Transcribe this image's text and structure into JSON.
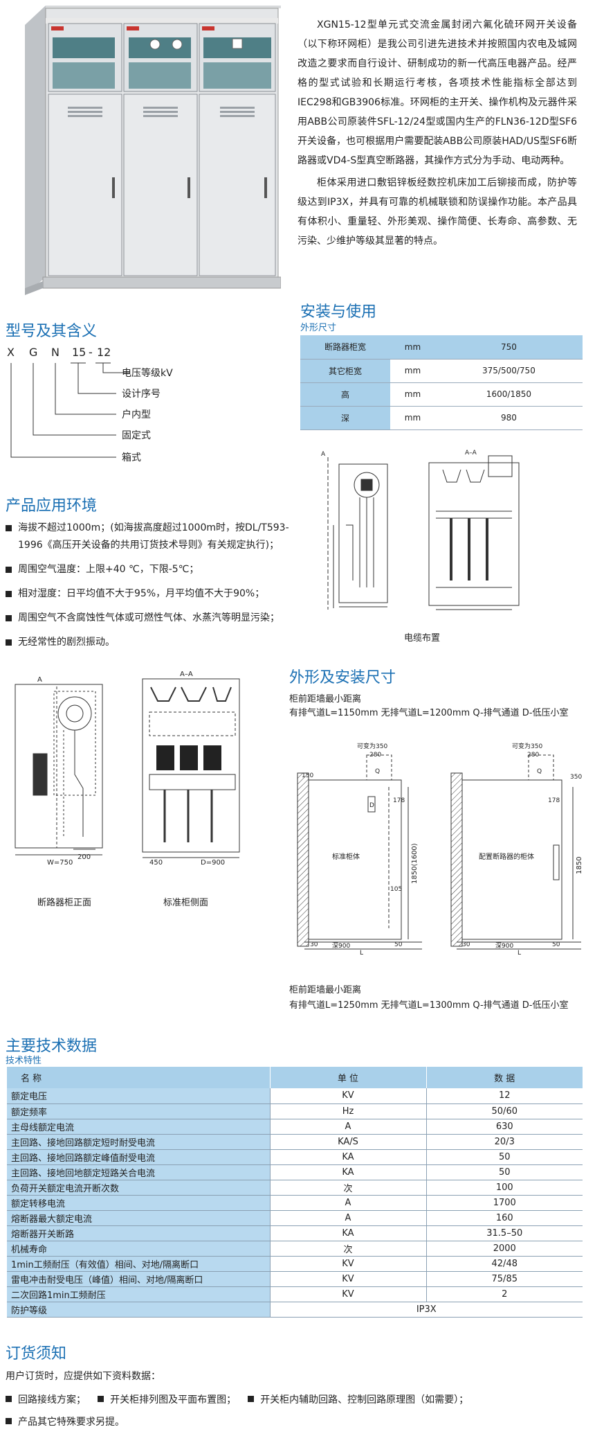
{
  "intro": {
    "paragraphs": [
      "XGN15-12型单元式交流金属封闭六氟化硫环网开关设备（以下称环网柜）是我公司引进先进技术并按照国内农电及城网改造之要求而自行设计、研制成功的新一代高压电器产品。经严格的型式试验和长期运行考核，各项技术性能指标全部达到IEC298和GB3906标准。环网柜的主开关、操作机构及元器件采用ABB公司原装件SFL-12/24型或国内生产的FLN36-12D型SF6开关设备，也可根据用户需要配装ABB公司原装HAD/US型SF6断路器或VD4-S型真空断路器，其操作方式分为手动、电动两种。",
      "柜体采用进口敷铝锌板经数控机床加工后铆接而成，防护等级达到IP3X，并具有可靠的机械联锁和防误操作功能。本产品具有体积小、重量轻、外形美观、操作简便、长寿命、高参数、无污染、少维护等级其显著的特点。"
    ]
  },
  "model": {
    "title": "型号及其含义",
    "letters": [
      "X",
      "G",
      "N",
      "15",
      "-",
      "12"
    ],
    "meanings": [
      "电压等级kV",
      "设计序号",
      "户内型",
      "固定式",
      "箱式"
    ]
  },
  "env": {
    "title": "产品应用环境",
    "items": [
      "海拔不超过1000m；(如海拔高度超过1000m时，按DL/T593-1996《高压开关设备的共用订货技术导则》有关规定执行)；",
      "周围空气温度：上限+40 ℃，下限-5℃；",
      "相对湿度：日平均值不大于95%，月平均值不大于90%；",
      "周围空气不含腐蚀性气体或可燃性气体、水蒸汽等明显污染；",
      "无经常性的剧烈振动。"
    ]
  },
  "install": {
    "title": "安装与使用",
    "subtitle": "外形尺寸",
    "rows": [
      {
        "name": "断路器柜宽",
        "unit": "mm",
        "value": "750"
      },
      {
        "name": "其它柜宽",
        "unit": "mm",
        "value": "375/500/750"
      },
      {
        "name": "高",
        "unit": "mm",
        "value": "1600/1850"
      },
      {
        "name": "深",
        "unit": "mm",
        "value": "980"
      }
    ],
    "cable_caption": "电缆布置"
  },
  "diagrams_left": {
    "caption_front": "断路器柜正面",
    "caption_side": "标准柜侧面",
    "label_a": "A",
    "label_aa": "A–A",
    "label_w": "W=750",
    "label_200": "200",
    "label_450": "450",
    "label_d": "D=900"
  },
  "outline": {
    "title": "外形及安装尺寸",
    "note1_line1": "柜前距墙最小距离",
    "note1_line2": "有排气道L=1150mm 无排气道L=1200mm  Q-排气通道   D-低压小室",
    "note2_line1": "柜前距墙最小距离",
    "note2_line2": "有排气道L=1250mm  无排气道L=1300mm  Q-排气通道   D-低压小室",
    "left_label": "标准柜体",
    "right_label": "配置断路器的柜体",
    "d_label": "可变为350",
    "d_280": "280",
    "d_150": "150",
    "d_178": "178",
    "d_105": "105",
    "d_1850_1600": "1850(1600)",
    "d_1850": "1850",
    "d_350": "350",
    "d_900": "深900",
    "d_50": "50",
    "d_30": "30",
    "d_L": "L",
    "d_Q": "Q",
    "d_D": "D"
  },
  "tech": {
    "title": "主要技术数据",
    "subtitle": "技术特性",
    "headers": [
      "名 称",
      "单 位",
      "数 据"
    ],
    "rows": [
      [
        "额定电压",
        "KV",
        "12"
      ],
      [
        "额定频率",
        "Hz",
        "50/60"
      ],
      [
        "主母线额定电流",
        "A",
        "630"
      ],
      [
        "主回路、接地回路额定短时耐受电流",
        "KA/S",
        "20/3"
      ],
      [
        "主回路、接地回路额定峰值耐受电流",
        "KA",
        "50"
      ],
      [
        "主回路、接地回地额定短路关合电流",
        "KA",
        "50"
      ],
      [
        "负荷开关额定电流开断次数",
        "次",
        "100"
      ],
      [
        "额定转移电流",
        "A",
        "1700"
      ],
      [
        "熔断器最大额定电流",
        "A",
        "160"
      ],
      [
        "熔断器开关断路",
        "KA",
        "31.5–50"
      ],
      [
        "机械寿命",
        "次",
        "2000"
      ],
      [
        "1min工频耐压（有效值）相间、对地/隔离断口",
        "KV",
        "42/48"
      ],
      [
        "雷电冲击耐受电压（峰值）相间、对地/隔离断口",
        "KV",
        "75/85"
      ],
      [
        "二次回路1min工频耐压",
        "KV",
        "2"
      ]
    ],
    "last_row": {
      "name": "防护等级",
      "value": "IP3X"
    }
  },
  "order": {
    "title": "订货须知",
    "intro": "用户订货时，应提供如下资料数据：",
    "items": [
      "回路接线方案；",
      "开关柜排列图及平面布置图；",
      "开关柜内辅助回路、控制回路原理图（如需要）；"
    ],
    "last": "产品其它特殊要求另提。"
  },
  "colors": {
    "accent": "#1a6fb3",
    "table_head": "#a9d0ea",
    "table_col": "#b8d9ef"
  }
}
